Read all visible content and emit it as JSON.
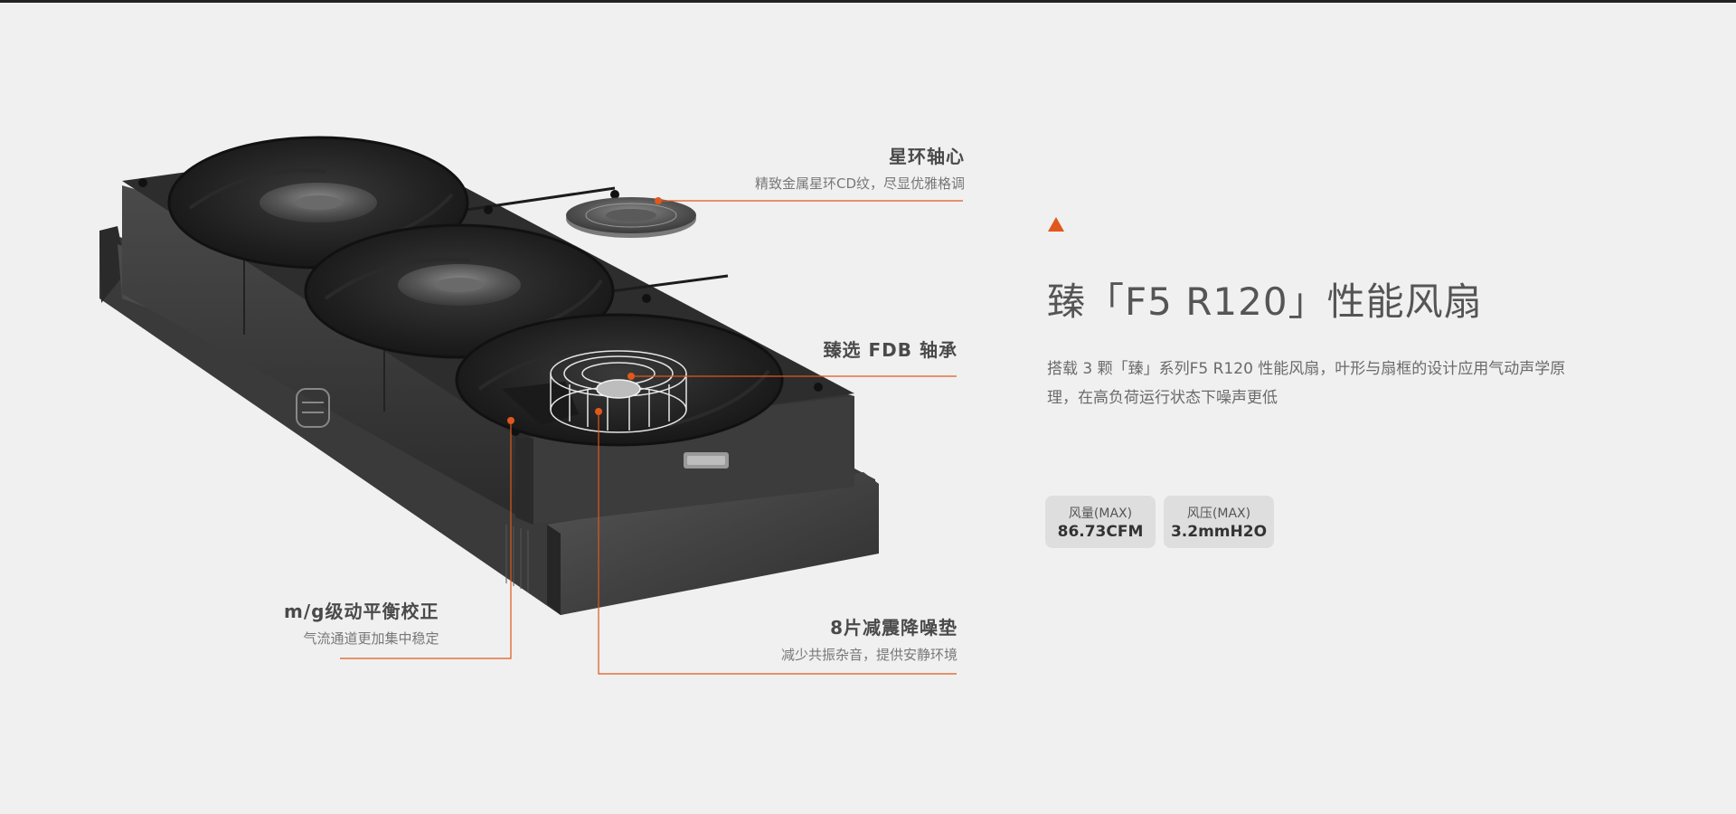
{
  "callouts": {
    "star_ring": {
      "title": "星环轴心",
      "subtitle": "精致金属星环CD纹，尽显优雅格调"
    },
    "fdb_bearing": {
      "title": "臻选 FDB 轴承"
    },
    "balance": {
      "title": "m/g级动平衡校正",
      "subtitle": "气流通道更加集中稳定"
    },
    "damping": {
      "title": "8片减震降噪垫",
      "subtitle": "减少共振杂音，提供安静环境"
    }
  },
  "info": {
    "headline": "臻「F5 R120」性能风扇",
    "description": "搭载 3 颗「臻」系列F5 R120 性能风扇，叶形与扇框的设计应用气动声学原理，在高负荷运行状态下噪声更低",
    "specs": [
      {
        "label": "风量(MAX)",
        "value": "86.73CFM"
      },
      {
        "label": "风压(MAX)",
        "value": "3.2mmH2O"
      }
    ]
  },
  "colors": {
    "accent": "#e0581c",
    "background": "#f0f0f0",
    "device": "#2c2c2c"
  }
}
